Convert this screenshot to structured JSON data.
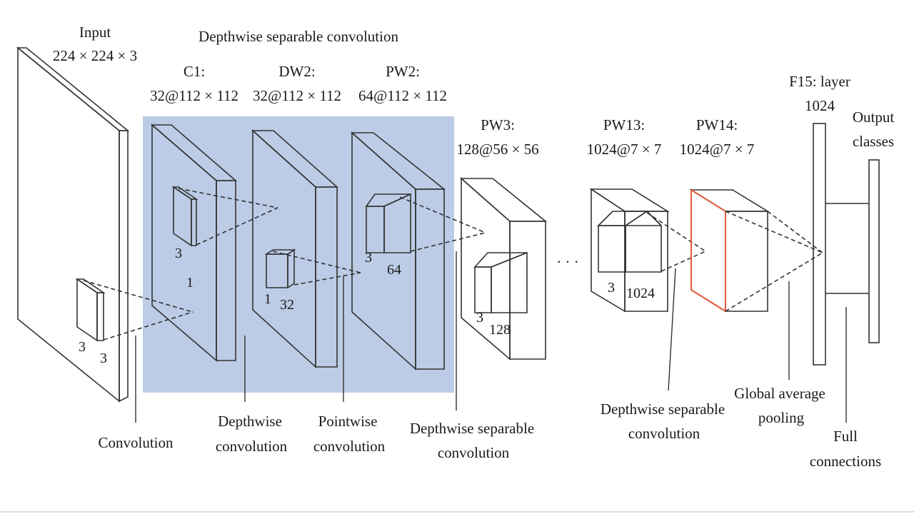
{
  "colors": {
    "shaded_region": "#bccce6",
    "highlight_edge": "#e05a3a",
    "line": "#333333",
    "text": "#1a1a1a"
  },
  "labels": {
    "input_title": "Input",
    "input_dims": "224 × 224 × 3",
    "dsc_group_title": "Depthwise separable convolution",
    "c1_name": "C1:",
    "c1_dims": "32@112 × 112",
    "dw2_name": "DW2:",
    "dw2_dims": "32@112 × 112",
    "pw2_name": "PW2:",
    "pw2_dims": "64@112 × 112",
    "pw3_name": "PW3:",
    "pw3_dims": "128@56 × 56",
    "pw13_name": "PW13:",
    "pw13_dims": "1024@7 × 7",
    "pw14_name": "PW14:",
    "pw14_dims": "1024@7 × 7",
    "f15_name": "F15: layer",
    "f15_dims": "1024",
    "output_line1": "Output",
    "output_line2": "classes",
    "ellipsis": "· · ·"
  },
  "kernel_labels": {
    "input_k1": "3",
    "input_k2": "3",
    "c1_k": "3",
    "c1_depth": "1",
    "dw2_k": "1",
    "dw2_depth": "32",
    "pw2_k": "3",
    "pw2_depth": "64",
    "pw3_k": "3",
    "pw3_depth": "128",
    "pw13_k": "3",
    "pw13_depth": "1024"
  },
  "captions": {
    "convolution": "Convolution",
    "depthwise_1": "Depthwise",
    "depthwise_2": "convolution",
    "pointwise_1": "Pointwise",
    "pointwise_2": "convolution",
    "dsc1_1": "Depthwise separable",
    "dsc1_2": "convolution",
    "dsc2_1": "Depthwise separable",
    "dsc2_2": "convolution",
    "gap_1": "Global average",
    "gap_2": "pooling",
    "fc_1": "Full",
    "fc_2": "connections"
  }
}
